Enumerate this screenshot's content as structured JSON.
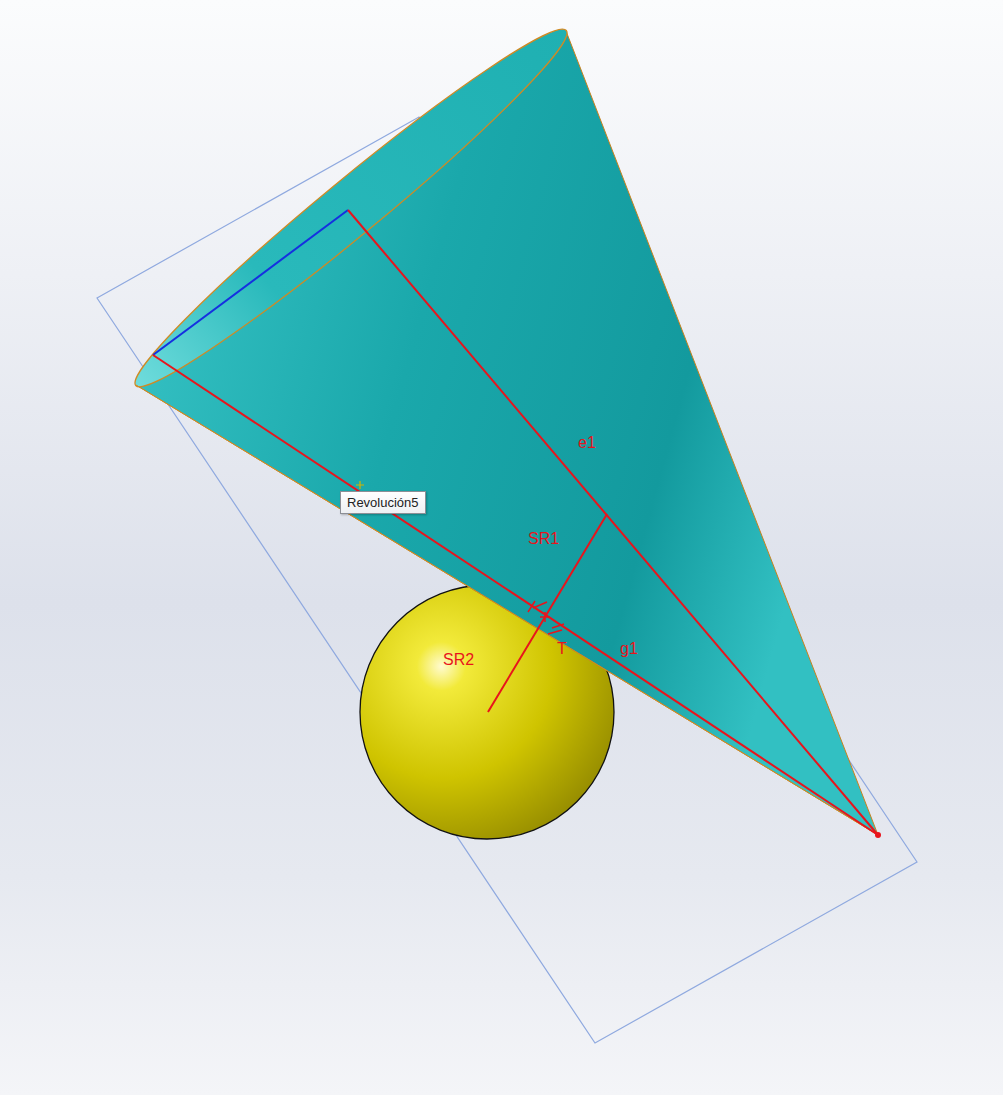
{
  "diagram": {
    "nodes": [
      {
        "text": [
          "Revolución5"
        ]
      }
    ],
    "labels": [
      "e1",
      "SR1",
      "T",
      "SR2",
      "g1"
    ]
  }
}
